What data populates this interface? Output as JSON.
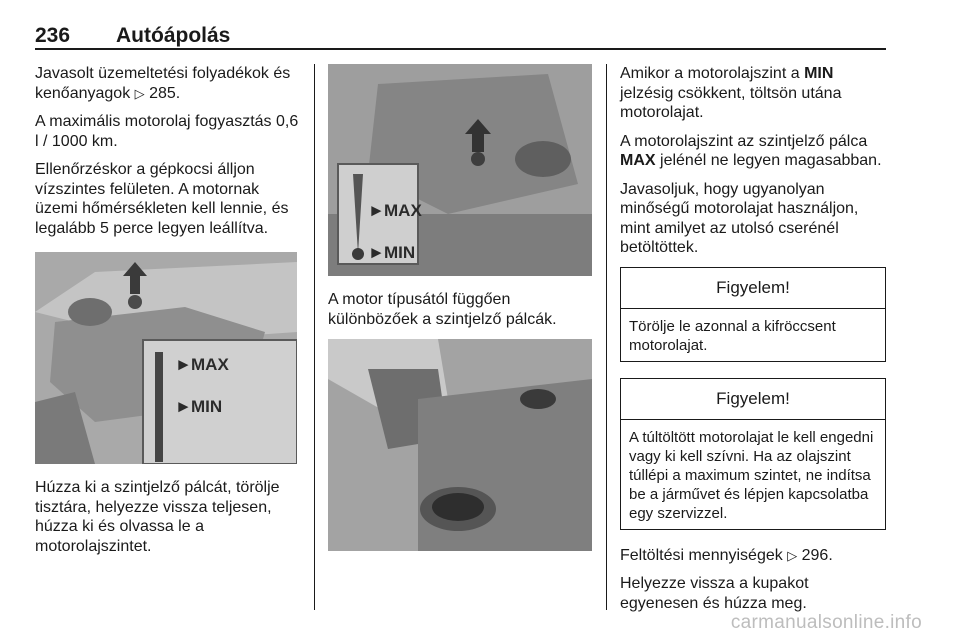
{
  "header": {
    "page_number": "236",
    "section_title": "Autóápolás"
  },
  "col1": {
    "p1_text": "Javasolt üzemeltetési folyadékok és kenőanyagok ",
    "p1_ref_icon": "3",
    "p1_ref_page": " 285.",
    "p2": "A maximális motorolaj fogyasztás 0,6 l / 1000 km.",
    "p3": "Ellenőrzéskor a gépkocsi álljon vízszintes felületen. A motornak üzemi hőmérsékleten kell lennie, és legalább 5 perce legyen leállítva.",
    "fig_label_max": "MAX",
    "fig_label_min": "MIN",
    "p4": "Húzza ki a szintjelző pálcát, törölje tisztára, helyezze vissza teljesen, húzza ki és olvassa le a motorolajszintet."
  },
  "col2": {
    "fig_label_max": "MAX",
    "fig_label_min": "MIN",
    "caption": "A motor típusától függően különbözőek a szintjelző pálcák."
  },
  "col3": {
    "p1_pre": "Amikor a motorolajszint a ",
    "p1_bold": "MIN",
    "p1_post": " jelzésig csökkent, töltsön utána motorolajat.",
    "p2_pre": "A motorolajszint az szintjelző pálca ",
    "p2_bold": "MAX",
    "p2_post": " jelénél ne legyen magasabban.",
    "p3": "Javasoljuk, hogy ugyanolyan minőségű motorolajat használjon, mint amilyet az utolsó cserénél betöltöttek.",
    "notice1_title": "Figyelem!",
    "notice1_body": "Törölje le azonnal a kifröccsent motorolajat.",
    "notice2_title": "Figyelem!",
    "notice2_body": "A túltöltött motorolajat le kell engedni vagy ki kell szívni. Ha az olajszint túllépi a maximum szintet, ne indítsa be a járművet és lépjen kapcsolatba egy szervizzel.",
    "p4_text": "Feltöltési mennyiségek ",
    "p4_ref_icon": "3",
    "p4_ref_page": " 296.",
    "p5": "Helyezze vissza a kupakot egyenesen és húzza meg."
  },
  "watermark": "carmanualsonline.info"
}
